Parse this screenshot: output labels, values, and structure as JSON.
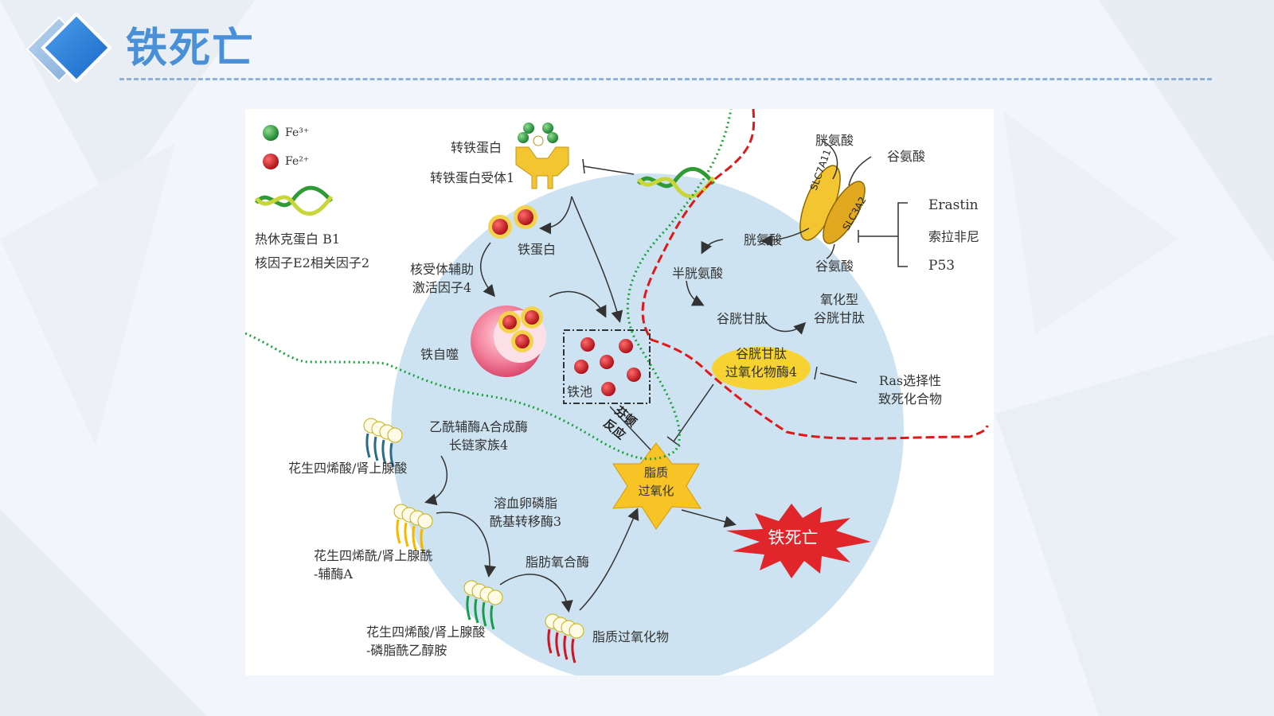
{
  "slide": {
    "title": "铁死亡"
  },
  "legend": {
    "fe3": "Fe³⁺",
    "fe2": "Fe²⁺",
    "hsp": "热休克蛋白 B1",
    "nrf2": "核因子E2相关因子2"
  },
  "labels": {
    "transferrin": "转铁蛋白",
    "tfr1": "转铁蛋白受体1",
    "ferritin": "铁蛋白",
    "ncoa4_line1": "核受体辅助",
    "ncoa4_line2": "激活因子4",
    "ferritinophagy": "铁自噬",
    "iron_pool": "铁池",
    "fenton_line1": "芬顿",
    "fenton_line2": "反应",
    "cystine_top": "胱氨酸",
    "glutamate_top": "谷氨酸",
    "slc7a11": "SLC7A11",
    "slc3a2": "SLC3A2",
    "cystine_in": "胱氨酸",
    "glutamate_bottom": "谷氨酸",
    "erastin": "Erastin",
    "sorafenib": "索拉非尼",
    "p53": "P53",
    "cysteine": "半胱氨酸",
    "gsh": "谷胱甘肽",
    "gssg_line1": "氧化型",
    "gssg_line2": "谷胱甘肽",
    "gpx4_line1": "谷胱甘肽",
    "gpx4_line2": "过氧化物酶4",
    "rsl_line1": "Ras选择性",
    "rsl_line2": "致死化合物",
    "acsl4_line1": "乙酰辅酶A合成酶",
    "acsl4_line2": "长链家族4",
    "aa": "花生四烯酸/肾上腺酸",
    "lpcat3_line1": "溶血卵磷脂",
    "lpcat3_line2": "酰基转移酶3",
    "aacoa_line1": "花生四烯酰/肾上腺酰",
    "aacoa_line2": "-辅酶A",
    "lox": "脂肪氧合酶",
    "aape_line1": "花生四烯酸/肾上腺酸",
    "aape_line2": "-磷脂酰乙醇胺",
    "lipid_perox_product": "脂质过氧化物",
    "lipid_perox_line1": "脂质",
    "lipid_perox_line2": "过氧化",
    "ferroptosis": "铁死亡"
  },
  "colors": {
    "title_blue": "#4a90d9",
    "cell": "#cde3f1",
    "fe3_green": "#1f9a3a",
    "fe2_red": "#cc1522",
    "star_yellow": "#f7c325",
    "burst_red": "#e0262b",
    "dotted_green": "#1aa33a",
    "dashed_red": "#e01818"
  }
}
